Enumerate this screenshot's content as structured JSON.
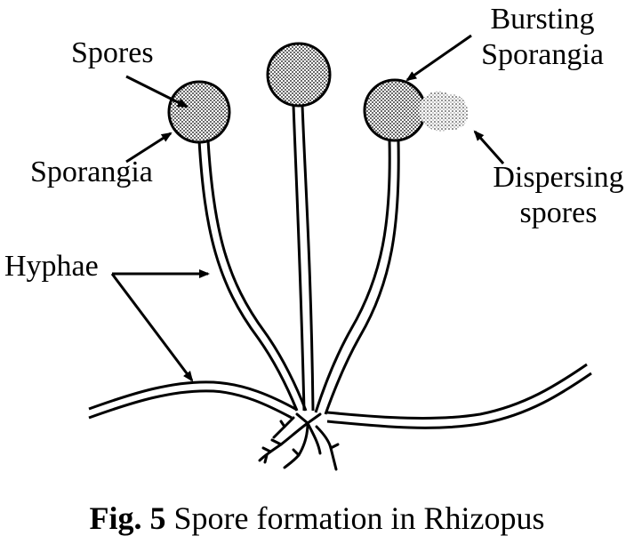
{
  "labels": {
    "spores": "Spores",
    "sporangia": "Sporangia",
    "hyphae": "Hyphae",
    "bursting_line1": "Bursting",
    "bursting_line2": "Sporangia",
    "dispersing_line1": "Dispersing",
    "dispersing_line2": "spores"
  },
  "caption": {
    "prefix": "Fig. 5",
    "text": "Spore formation in Rhizopus"
  },
  "colors": {
    "ink": "#000000",
    "background": "#ffffff"
  }
}
